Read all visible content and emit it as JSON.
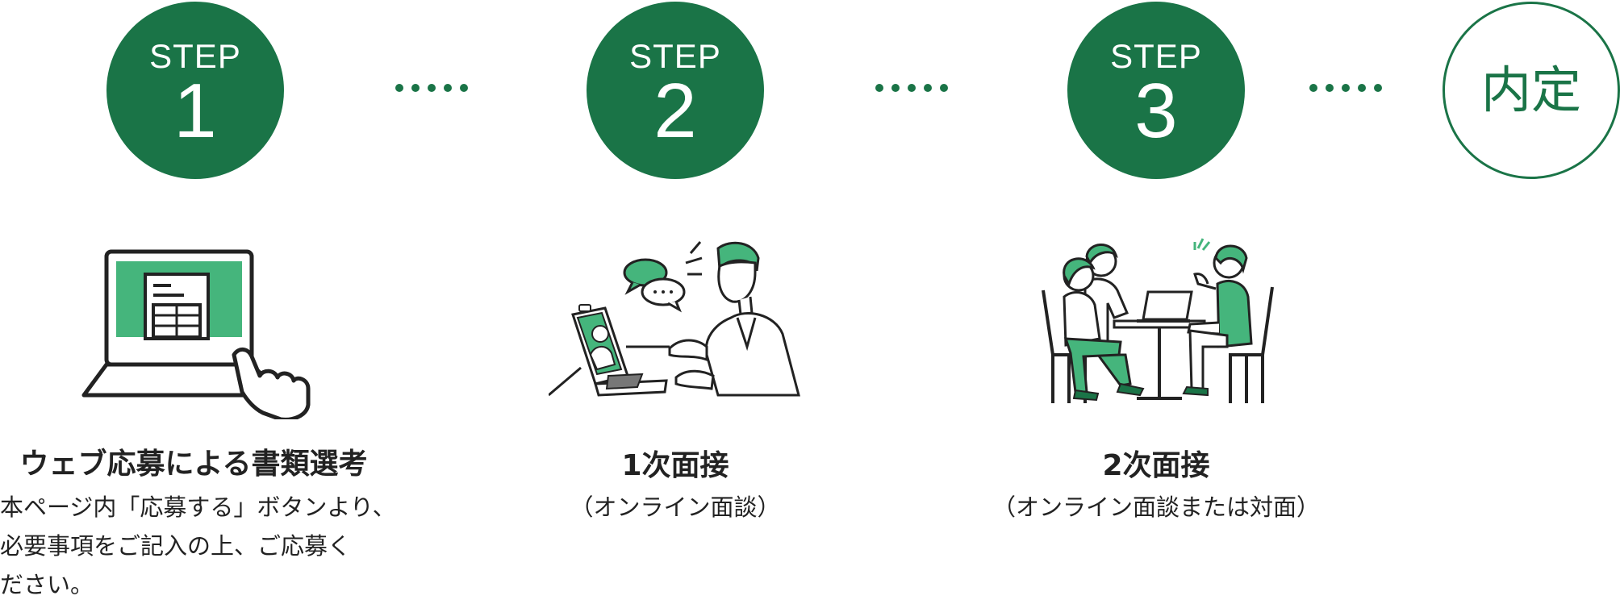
{
  "steps": [
    {
      "label": "STEP",
      "number": "1",
      "title": "ウェブ応募による書類選考",
      "description_lines": [
        "本ページ内「応募する」ボタンより、",
        "必要事項をご記入の上、ご応募く",
        "ださい。"
      ]
    },
    {
      "label": "STEP",
      "number": "2",
      "title": "1次面接",
      "subtitle": "（オンライン面談）"
    },
    {
      "label": "STEP",
      "number": "3",
      "title": "2次面接",
      "subtitle": "（オンライン面談または対面）"
    }
  ],
  "final": {
    "label": "内定"
  },
  "colors": {
    "primary_green": "#1a7447",
    "light_green": "#45b57c",
    "text": "#222222"
  },
  "icons": [
    "laptop-document-icon",
    "online-interview-icon",
    "in-person-interview-icon"
  ]
}
